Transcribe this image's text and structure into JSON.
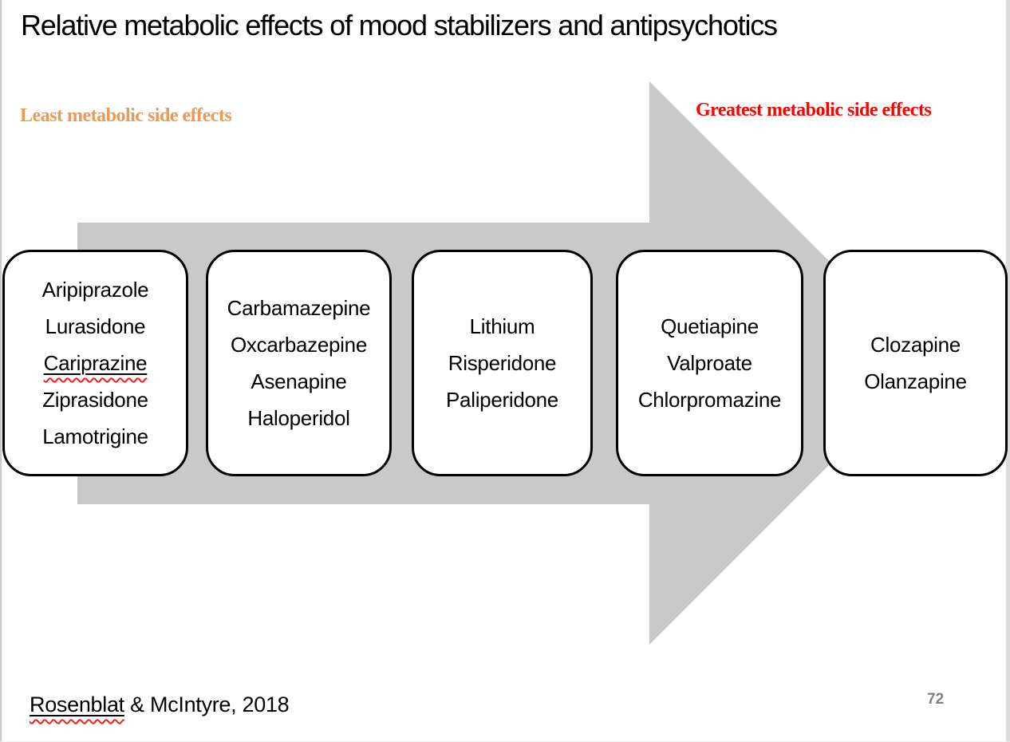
{
  "slide": {
    "title": "Relative metabolic effects of mood stabilizers and antipsychotics",
    "scale": {
      "least_label": "Least metabolic side effects",
      "greatest_label": "Greatest metabolic side effects"
    },
    "boxes": [
      {
        "drugs": [
          "Aripiprazole",
          "Lurasidone",
          "Cariprazine",
          "Ziprasidone",
          "Lamotrigine"
        ],
        "underlined_drug": "Cariprazine"
      },
      {
        "drugs": [
          "Carbamazepine",
          "Oxcarbazepine",
          "Asenapine",
          "Haloperidol"
        ]
      },
      {
        "drugs": [
          "Lithium",
          "Risperidone",
          "Paliperidone"
        ]
      },
      {
        "drugs": [
          "Quetiapine",
          "Valproate",
          "Chlorpromazine"
        ]
      },
      {
        "drugs": [
          "Clozapine",
          "Olanzapine"
        ]
      }
    ],
    "citation": {
      "name": "Rosenblat",
      "rest": " & McIntyre, 2018"
    },
    "page_number": "72",
    "colors": {
      "least_label": "#ED9853",
      "greatest_label": "#FF0000",
      "arrow": "#C9C9CA",
      "box_border": "#000000",
      "page_number": "#7F7F7F",
      "squiggle": "#FF1A1A"
    }
  }
}
